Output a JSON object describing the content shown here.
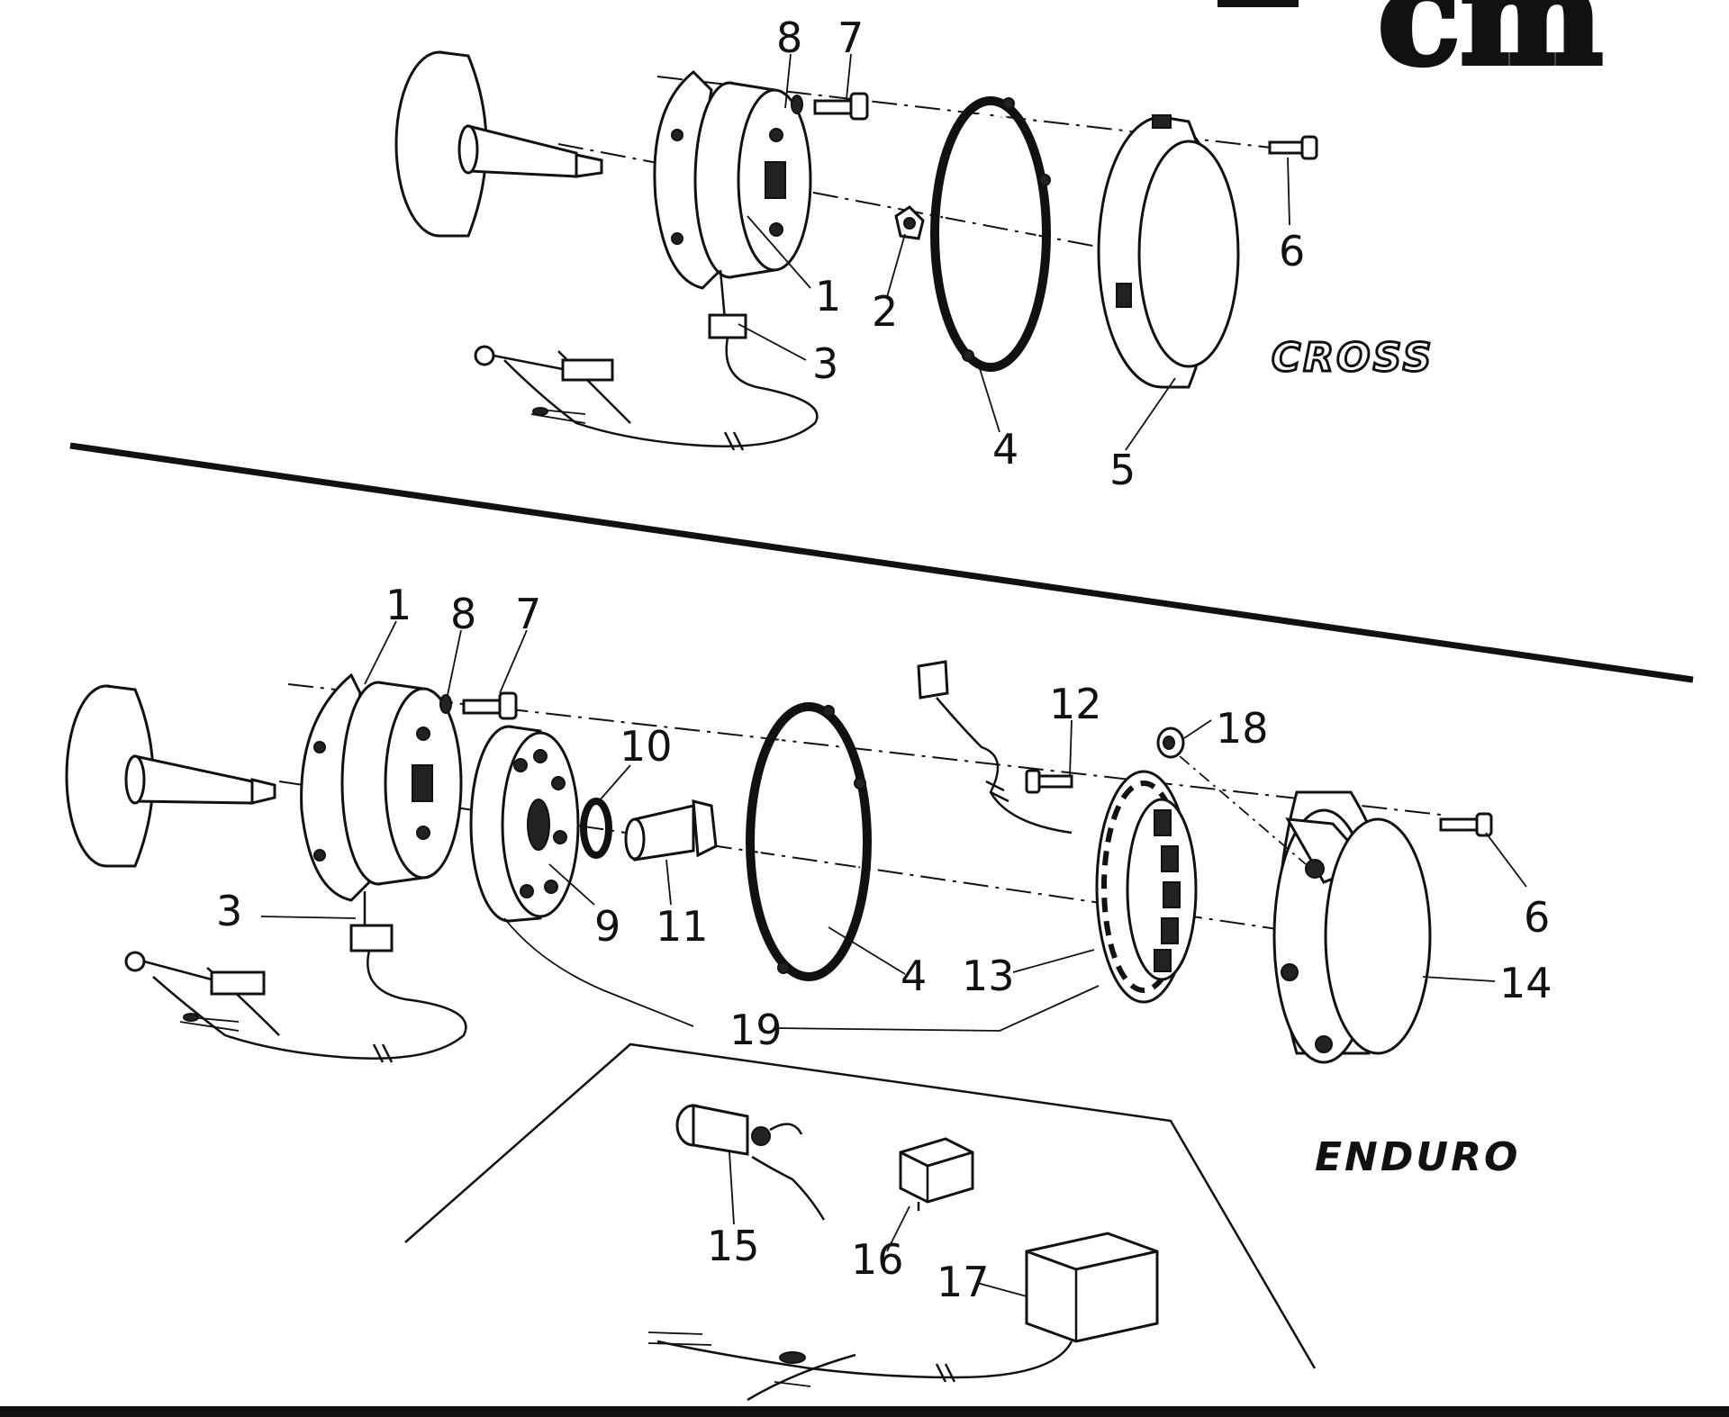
{
  "logo": {
    "text": "cm"
  },
  "variants": {
    "cross": "CROSS",
    "enduro": "ENDURO"
  },
  "cross_labels": [
    "1",
    "2",
    "3",
    "4",
    "5",
    "6",
    "7",
    "8"
  ],
  "enduro_labels": [
    "1",
    "3",
    "4",
    "6",
    "7",
    "8",
    "9",
    "10",
    "11",
    "12",
    "13",
    "14",
    "15",
    "16",
    "17",
    "18",
    "19"
  ]
}
